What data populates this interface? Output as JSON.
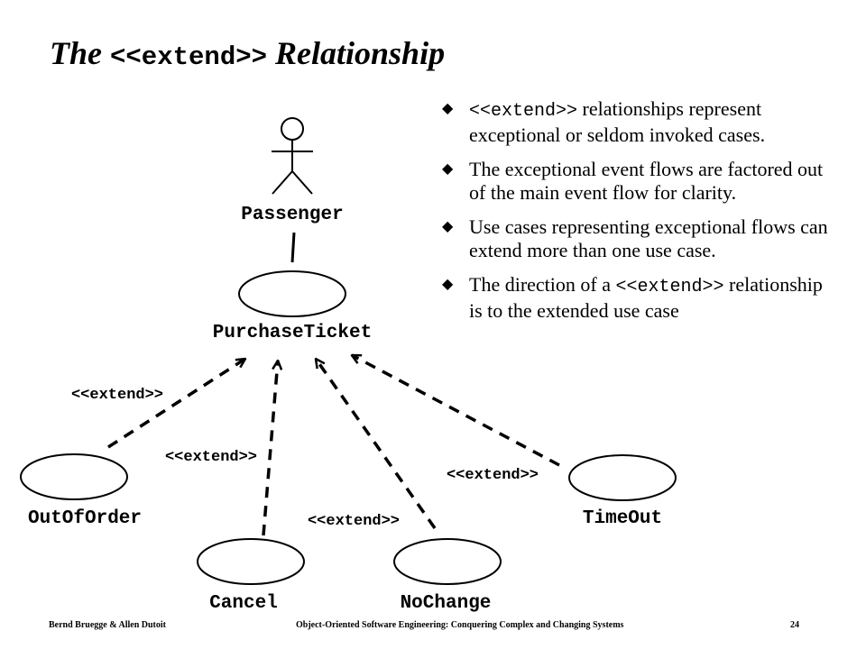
{
  "title": {
    "prefix": "The",
    "stereotype": "<<extend>>",
    "suffix": "Relationship"
  },
  "actor": {
    "name": "Passenger"
  },
  "use_cases": {
    "main": "PurchaseTicket",
    "out_of_order": "OutOfOrder",
    "cancel": "Cancel",
    "no_change": "NoChange",
    "time_out": "TimeOut"
  },
  "edge_labels": {
    "out_of_order": "<<extend>>",
    "cancel": "<<extend>>",
    "no_change": "<<extend>>",
    "time_out": "<<extend>>"
  },
  "bullets": [
    {
      "pre": "",
      "code": "<<extend>>",
      "post": " relationships represent exceptional or seldom invoked cases."
    },
    {
      "pre": "The exceptional event flows are factored out of the main event flow for clarity.",
      "code": "",
      "post": ""
    },
    {
      "pre": "Use cases representing exceptional flows can extend more than one use case.",
      "code": "",
      "post": ""
    },
    {
      "pre": "The direction of a ",
      "code": "<<extend>>",
      "post": " relationship is to the extended use case"
    }
  ],
  "footer": {
    "authors": "Bernd Bruegge & Allen Dutoit",
    "book": "Object-Oriented Software Engineering: Conquering Complex and Changing Systems",
    "page": "24"
  }
}
